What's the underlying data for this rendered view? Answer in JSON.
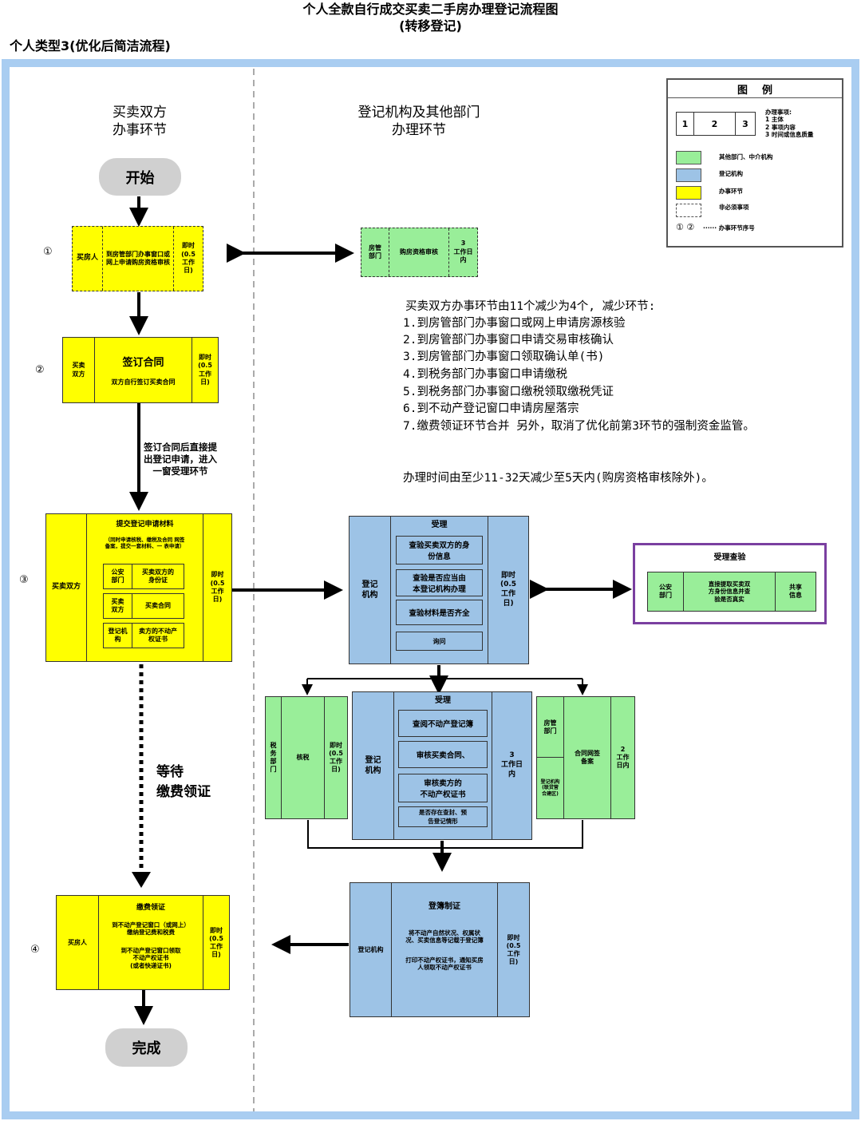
{
  "title": {
    "line1": "个人全款自行成交买卖二手房办理登记流程图",
    "line2": "(转移登记)",
    "subtitle": "个人类型3(优化后简洁流程)"
  },
  "lanes": {
    "left": "买卖双方\n办事环节",
    "right": "登记机构及其他部门\n办理环节"
  },
  "legend": {
    "title": "图    例",
    "sample_cells": [
      "1",
      "2",
      "3"
    ],
    "sample_desc": "办理事项:\n1 主体\n2 事项内容\n3 时间或信息质量",
    "items": [
      {
        "label": "其他部门、中介机构",
        "color": "#99ee99"
      },
      {
        "label": "登记机构",
        "color": "#9dc3e6"
      },
      {
        "label": "办事环节",
        "color": "#ffff00"
      },
      {
        "label": "非必须事项",
        "color": "#ffffff"
      }
    ],
    "seq_marks": "① ②",
    "seq_label": "······ 办事环节序号"
  },
  "start_label": "开始",
  "end_label": "完成",
  "step_markers": [
    "①",
    "②",
    "③",
    "④"
  ],
  "step1": {
    "subject": "买房人",
    "content": "到房管部门办事窗口或网上申请购房资格审核",
    "time": "即时\n(0.5\n工作\n日)"
  },
  "housing_check": {
    "subject": "房管\n部门",
    "content": "购房资格审核",
    "time": "3\n工作日\n内"
  },
  "step2": {
    "subject": "买卖\n双方",
    "title": "签订合同",
    "content": "双方自行签订买卖合同",
    "time": "即时\n(0.5\n工作\n日)"
  },
  "arrow_note_2": "签订合同后直接提\n出登记申请，进入\n一窗受理环节",
  "step3": {
    "subject": "买卖双方",
    "title": "提交登记申请材料",
    "note": "（同时申请核税、缴税及合同 网签\n备案，提交一套材料、一 表申请）",
    "rows": [
      {
        "left": "公安\n部门",
        "right": "买卖双方的\n身份证"
      },
      {
        "left": "买卖\n双方",
        "right": "买卖合同"
      },
      {
        "left": "登记机\n构",
        "right": "卖方的不动产\n权证书"
      }
    ],
    "time": "即时\n(0.5\n工作\n日)"
  },
  "wait_label": "等待\n缴费领证",
  "accept1": {
    "subject": "登记\n机构",
    "title": "受理",
    "items": [
      "查验买卖双方的身\n份信息",
      "查验是否应当由\n本登记机构办理",
      "查验材料是否齐全",
      "询问"
    ],
    "time": "即时\n(0.5\n工作\n日)"
  },
  "verify": {
    "title": "受理查验",
    "subject": "公安\n部门",
    "content": "直接提取买卖双\n方身份信息并查\n验是否真实",
    "result": "共享\n信息"
  },
  "tax": {
    "subject": "税\n务\n部\n门",
    "content": "核税",
    "time": "即时\n(0.5\n工作\n日)"
  },
  "accept2": {
    "subject": "登记\n机构",
    "title": "受理",
    "items": [
      "查阅不动产登记簿",
      "审核买卖合同、",
      "审核卖方的\n不动产权证书",
      "是否存在查封、预\n告登记情形"
    ],
    "time": "3\n工作日\n内"
  },
  "contract": {
    "subject_top": "房管\n部门",
    "subject_bottom": "登记机构\n(联贷营\n合建区)",
    "content": "合同网签\n备案",
    "time": "2\n工作\n日内"
  },
  "register": {
    "subject": "登记机构",
    "title": "登簿制证",
    "line1": "将不动产自然状况、权属状\n况、买卖信息等记载于登记簿",
    "line2": "打印不动产权证书，通知买房\n人领取不动产权证书",
    "time": "即时\n(0.5\n工作\n日)"
  },
  "step4": {
    "subject": "买房人",
    "title": "缴费领证",
    "line1": "到不动产登记窗口（或网上）\n缴纳登记费和税费",
    "line2": "到不动产登记窗口领取\n不动产权证书\n(或者快递证书)",
    "time": "即时\n(0.5\n工作\n日)"
  },
  "notes": {
    "head": "买卖双方办事环节由11个减少为4个, 减少环节:",
    "items": [
      "1.到房管部门办事窗口或网上申请房源核验",
      "2.到房管部门办事窗口申请交易审核确认",
      "3.到房管部门办事窗口领取确认单(书)",
      "4.到税务部门办事窗口申请缴税",
      "5.到税务部门办事窗口缴税领取缴税凭证",
      "6.到不动产登记窗口申请房屋落宗",
      "7.缴费领证环节合并 另外，取消了优化前第3环节的强制资金监管。"
    ],
    "time": "办理时间由至少11-32天减少至5天内(购房资格审核除外)。"
  }
}
